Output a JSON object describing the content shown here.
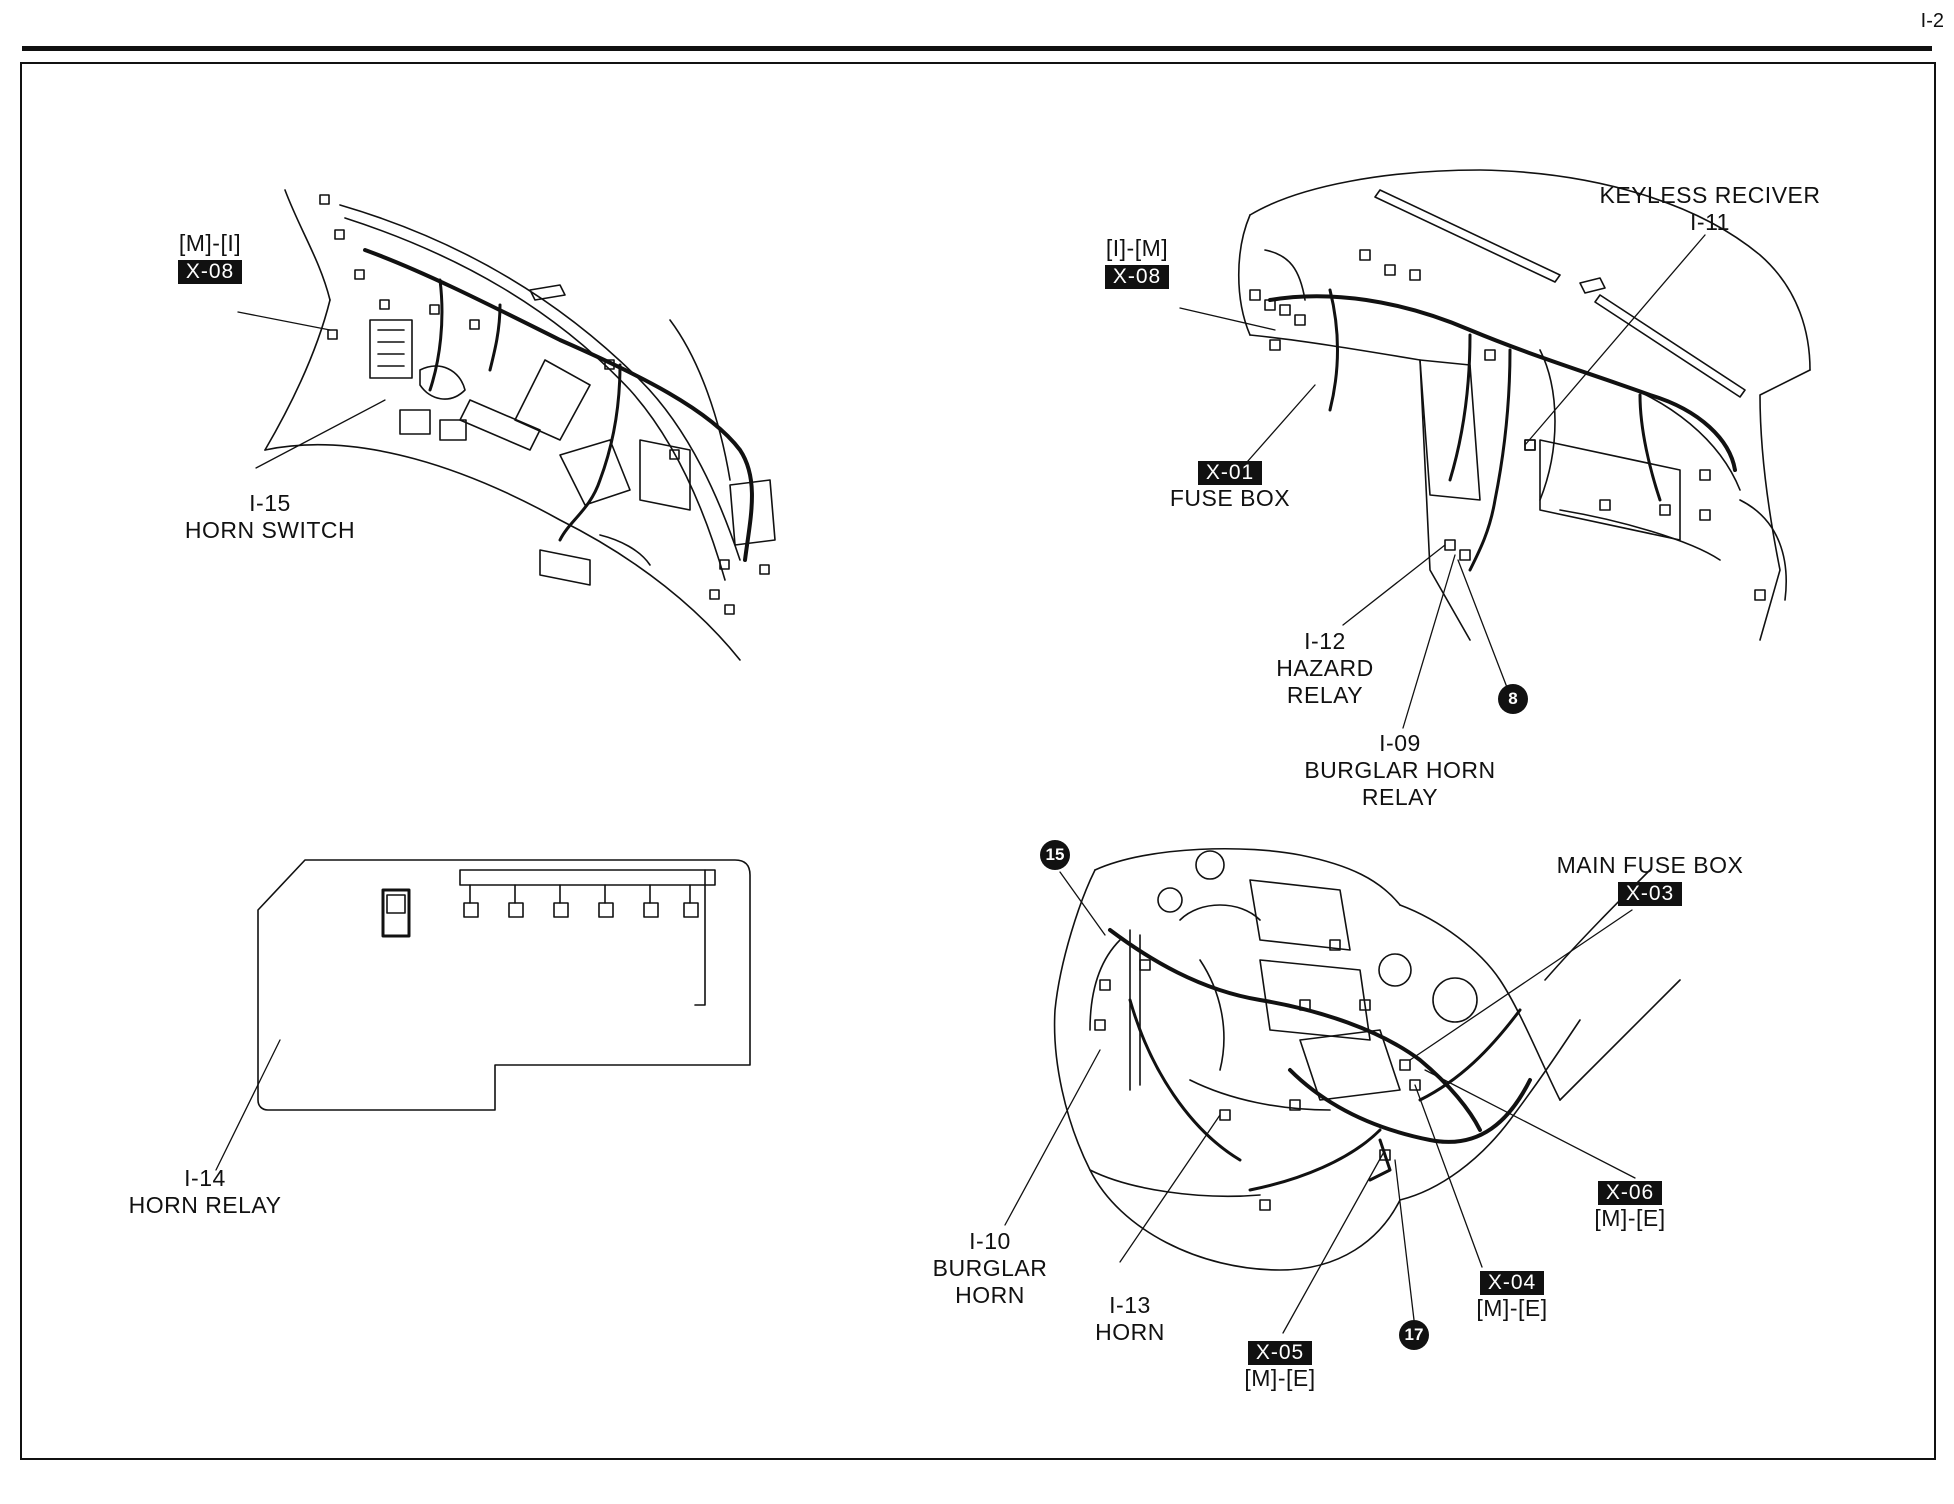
{
  "page": {
    "number": "I-2"
  },
  "labels": {
    "dash_left_conn": "[M]-[I]",
    "dash_left_code": "X-08",
    "horn_switch_id": "I-15",
    "horn_switch_name": "HORN SWITCH",
    "dash_right_conn": "[I]-[M]",
    "dash_right_code": "X-08",
    "fuse_box_code": "X-01",
    "fuse_box_name": "FUSE BOX",
    "keyless_name": "KEYLESS RECIVER",
    "keyless_id": "I-11",
    "hazard_id": "I-12",
    "hazard_name_1": "HAZARD",
    "hazard_name_2": "RELAY",
    "burglar_relay_id": "I-09",
    "burglar_relay_name_1": "BURGLAR HORN",
    "burglar_relay_name_2": "RELAY",
    "ground_8": "8",
    "horn_relay_id": "I-14",
    "horn_relay_name": "HORN RELAY",
    "ground_15": "15",
    "main_fuse_name": "MAIN FUSE BOX",
    "main_fuse_code": "X-03",
    "x06_code": "X-06",
    "x06_conn": "[M]-[E]",
    "x04_code": "X-04",
    "x04_conn": "[M]-[E]",
    "x05_code": "X-05",
    "x05_conn": "[M]-[E]",
    "ground_17": "17",
    "burglar_horn_id": "I-10",
    "burglar_horn_name_1": "BURGLAR",
    "burglar_horn_name_2": "HORN",
    "horn_id": "I-13",
    "horn_name": "HORN"
  }
}
